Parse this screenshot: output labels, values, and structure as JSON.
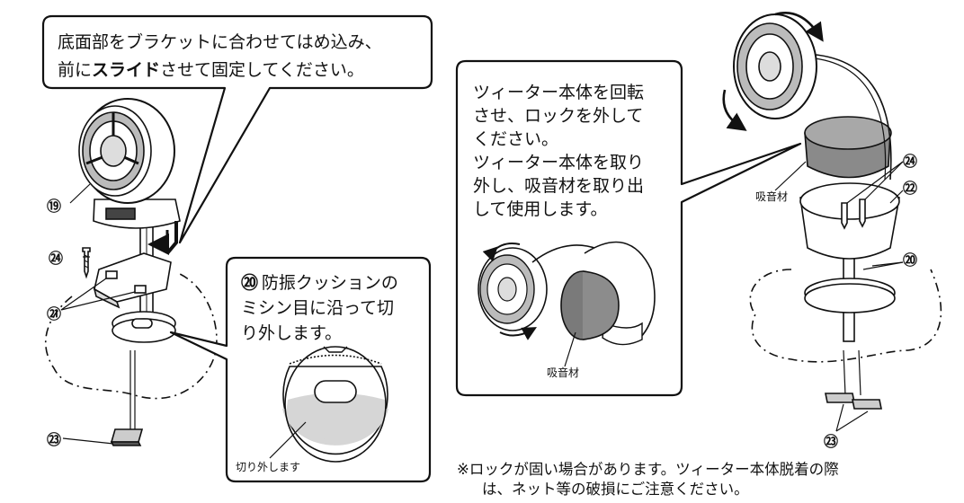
{
  "callout_top_left": {
    "line1": "底面部をブラケットに合わせてはめ込み、",
    "line2_prefix": "前に",
    "line2_bold": "スライド",
    "line2_suffix": "させて固定してください。"
  },
  "callout_right": {
    "lines": [
      "ツィーター本体を回転",
      "させ、ロックを外して",
      "ください。",
      "ツィーター本体を取り",
      "外し、吸音材を取り出",
      "して使用します。"
    ],
    "label_absorber": "吸音材"
  },
  "absorber_label_right": "吸音材",
  "callout_bottom_left": {
    "num": "⑳",
    "lines": [
      "防振クッションの",
      "ミシン目に沿って切",
      "り外します。"
    ],
    "cut_label": "切り外します"
  },
  "part_numbers": {
    "n19": "⑲",
    "n20": "⑳",
    "n21": "㉑",
    "n22": "㉒",
    "n23": "㉓",
    "n24": "㉔"
  },
  "note": {
    "line1": "※ロックが固い場合があります。ツィーター本体脱着の際",
    "line2": "は、ネット等の破損にご注意ください。"
  }
}
